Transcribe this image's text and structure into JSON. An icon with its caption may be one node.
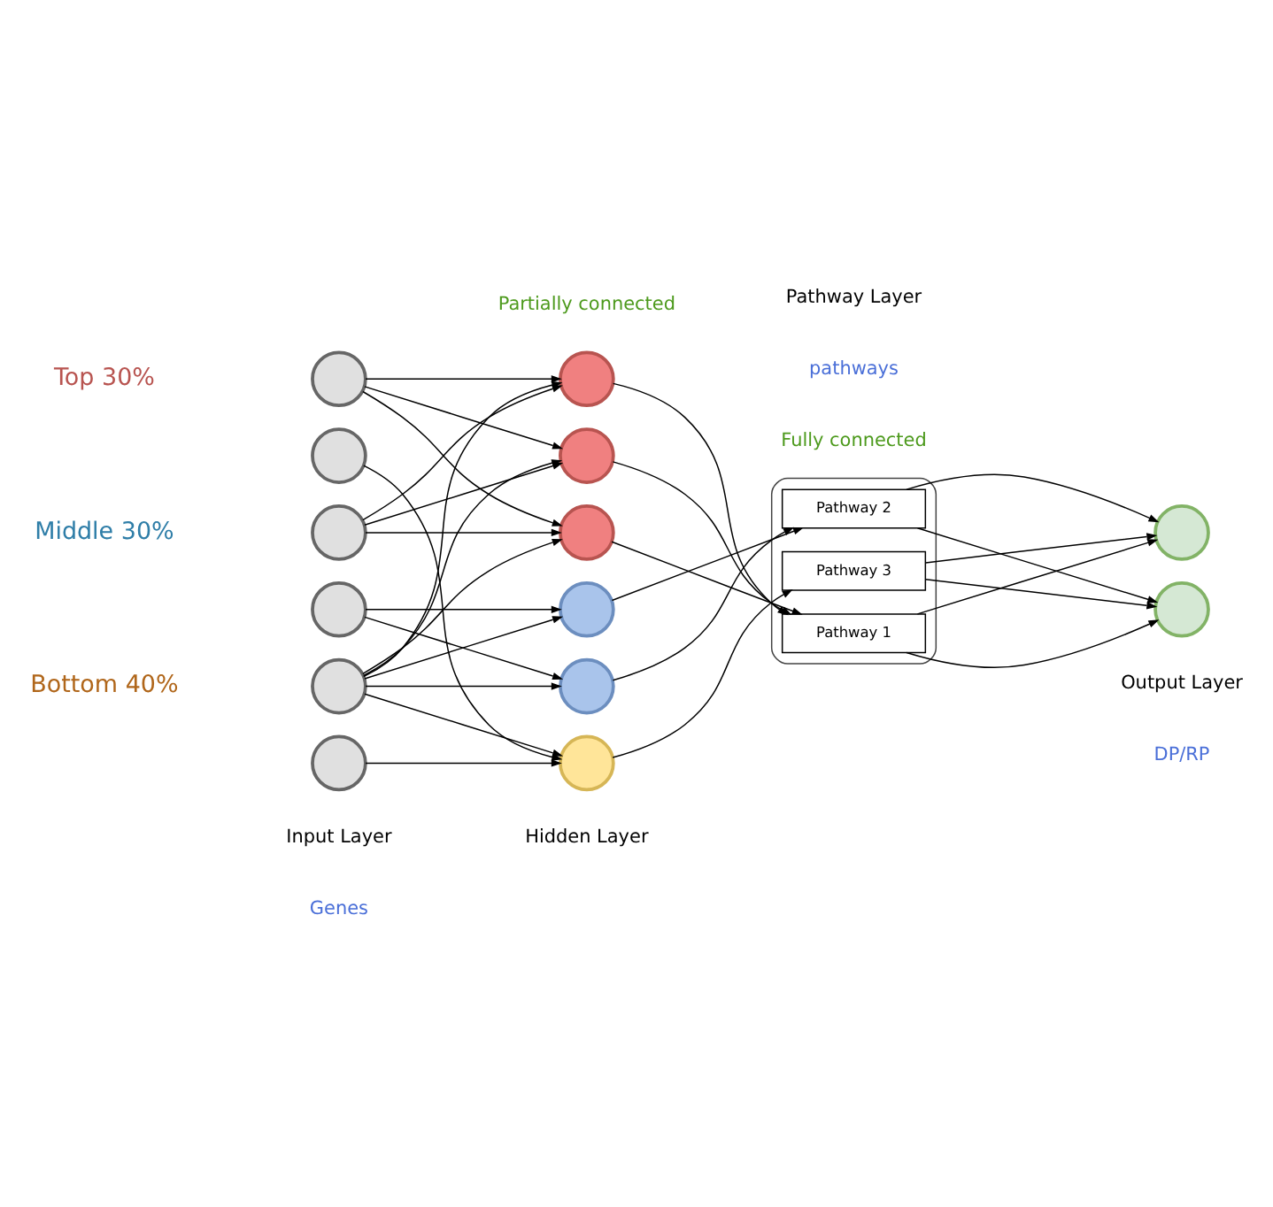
{
  "diagram": {
    "nodes": [
      {
        "text": [],
        "shape": "circle"
      },
      {
        "text": [],
        "shape": "circle"
      },
      {
        "text": [],
        "shape": "circle"
      },
      {
        "text": [],
        "shape": "circle"
      },
      {
        "text": [],
        "shape": "circle"
      },
      {
        "text": [],
        "shape": "circle"
      },
      {
        "text": [],
        "shape": "circle"
      },
      {
        "text": [],
        "shape": "circle"
      },
      {
        "text": [],
        "shape": "circle"
      },
      {
        "text": [],
        "shape": "circle"
      },
      {
        "text": [],
        "shape": "circle"
      },
      {
        "text": [],
        "shape": "circle"
      },
      {
        "text": [],
        "shape": "box"
      },
      {
        "text": [
          "Pathway 1"
        ],
        "in": 12
      },
      {
        "text": [
          "Pathway 2"
        ],
        "in": 12
      },
      {
        "text": [
          "Pathway 3"
        ],
        "in": 12
      },
      {
        "text": [],
        "shape": "circle"
      },
      {
        "text": [],
        "shape": "circle"
      }
    ],
    "edges": [
      {
        "from": 0,
        "to": 6,
        "arrow": "to"
      },
      {
        "from": 0,
        "to": 7,
        "arrow": "to"
      },
      {
        "from": 0,
        "to": 8,
        "arrow": "to"
      },
      {
        "from": 1,
        "to": 11,
        "arrow": "to"
      },
      {
        "from": 2,
        "to": 6,
        "arrow": "to"
      },
      {
        "from": 2,
        "to": 7,
        "arrow": "to"
      },
      {
        "from": 2,
        "to": 8,
        "arrow": "to"
      },
      {
        "from": 3,
        "to": 9,
        "arrow": "to"
      },
      {
        "from": 3,
        "to": 10,
        "arrow": "to"
      },
      {
        "from": 4,
        "to": 6,
        "arrow": "to"
      },
      {
        "from": 4,
        "to": 7,
        "arrow": "to"
      },
      {
        "from": 4,
        "to": 8,
        "arrow": "to"
      },
      {
        "from": 4,
        "to": 9,
        "arrow": "to"
      },
      {
        "from": 4,
        "to": 10,
        "arrow": "to"
      },
      {
        "from": 4,
        "to": 11,
        "arrow": "to"
      },
      {
        "from": 5,
        "to": 11,
        "arrow": "to"
      },
      {
        "from": 6,
        "to": 13,
        "arrow": "to"
      },
      {
        "from": 7,
        "to": 13,
        "arrow": "to"
      },
      {
        "from": 8,
        "to": 13,
        "arrow": "to"
      },
      {
        "from": 9,
        "to": 14,
        "arrow": "to"
      },
      {
        "from": 10,
        "to": 14,
        "arrow": "to"
      },
      {
        "from": 11,
        "to": 15,
        "arrow": "to"
      },
      {
        "from": 13,
        "to": 16,
        "arrow": "to"
      },
      {
        "from": 13,
        "to": 17,
        "arrow": "to"
      },
      {
        "from": 14,
        "to": 16,
        "arrow": "to"
      },
      {
        "from": 14,
        "to": 17,
        "arrow": "to"
      },
      {
        "from": 15,
        "to": 16,
        "arrow": "to"
      },
      {
        "from": 15,
        "to": 17,
        "arrow": "to"
      }
    ],
    "labels": [
      "Partially connected",
      "Fully connected",
      "Top 30%",
      "Middle 30%",
      "Bottom 40%",
      "Input Layer",
      "Hidden Layer",
      "Pathway Layer",
      "Output Layer",
      "Genes",
      "pathways",
      "DP/RP"
    ]
  }
}
